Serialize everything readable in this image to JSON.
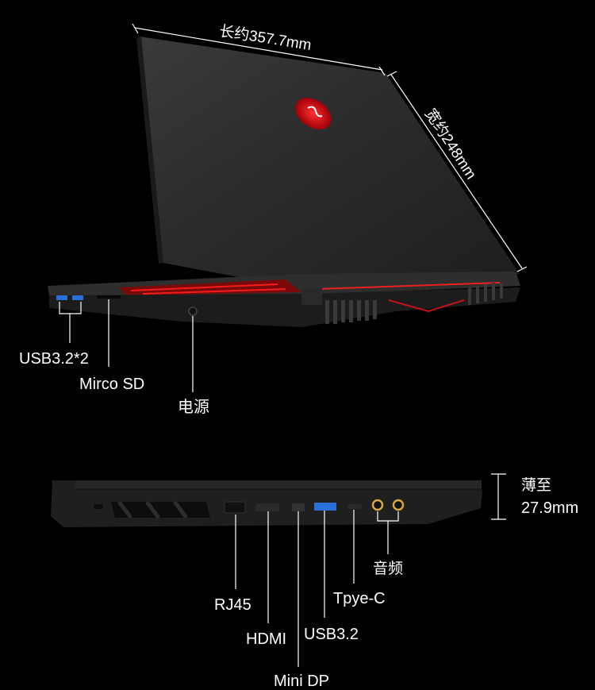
{
  "top_view": {
    "length_label": "长约357.7mm",
    "width_label": "宽约248mm",
    "callouts": [
      {
        "id": "usb",
        "label": "USB3.2*2"
      },
      {
        "id": "microsd",
        "label": "Mirco SD"
      },
      {
        "id": "power",
        "label": "电源"
      }
    ]
  },
  "side_view": {
    "thickness_title": "薄至",
    "thickness_value": "27.9mm",
    "callouts": [
      {
        "id": "rj45",
        "label": "RJ45"
      },
      {
        "id": "hdmi",
        "label": "HDMI"
      },
      {
        "id": "minidp",
        "label": "Mini DP"
      },
      {
        "id": "usb32",
        "label": "USB3.2"
      },
      {
        "id": "typec",
        "label": "Tpye-C"
      },
      {
        "id": "audio",
        "label": "音频"
      }
    ]
  },
  "colors": {
    "background": "#000000",
    "lid": "#2b2b2b",
    "accent_red": "#d0101a",
    "usb_blue": "#2a6fd6",
    "audio_gold": "#d9a640"
  }
}
